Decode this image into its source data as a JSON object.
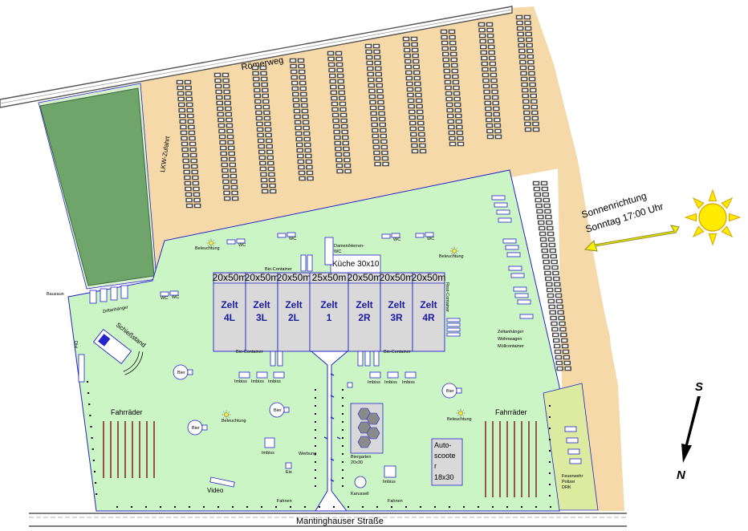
{
  "roads": {
    "north": "Römerweg",
    "south": "Mantinghauser Straße",
    "truck_access": "LKW-Zufahrt"
  },
  "sun": {
    "line1": "Sonnenrichtung",
    "line2": "Sonntag 17:00 Uhr"
  },
  "compass": {
    "top": "S",
    "bottom": "N"
  },
  "kitchen": "Küche 30x10",
  "tents": [
    {
      "size": "20x50m",
      "name": "Zelt",
      "id": "4L"
    },
    {
      "size": "20x50m",
      "name": "Zelt",
      "id": "3L"
    },
    {
      "size": "20x50m",
      "name": "Zelt",
      "id": "2L"
    },
    {
      "size": "25x50m",
      "name": "Zelt",
      "id": "1"
    },
    {
      "size": "20x50m",
      "name": "Zelt",
      "id": "2R"
    },
    {
      "size": "20x50m",
      "name": "Zelt",
      "id": "3R"
    },
    {
      "size": "20x50m",
      "name": "Zelt",
      "id": "4R"
    }
  ],
  "labels": {
    "bikes": "Fahrräder",
    "shooting": "Schießstand",
    "autoscooter": [
      "Auto-",
      "scoote",
      "r",
      "18x30"
    ],
    "video": "Video",
    "beer_garden": "Biergarten",
    "beer_garden_size": "20x30",
    "carousel": "Karussell",
    "imbiss": "Imbiss",
    "flags": "Fahnen",
    "lighting": "Beleuchtung",
    "wc": "WC",
    "bier": "Bier",
    "trailer": "Zeltanhänger",
    "bio_container": "Bio-Container",
    "construction_fence": "Bauzaun",
    "advertising": "Werbung",
    "eis": "Eis",
    "fire": [
      "Feuerwehr",
      "Polizei",
      "DRK"
    ],
    "right_info": [
      "Zeltanhänger",
      "Wohnwagen",
      "Müllcontainer"
    ],
    "dixi": "Dixi",
    "wc_container": "Damen/Herren-",
    "wc_container2": "WC",
    "rest_container": "Rest-Container"
  },
  "colors": {
    "sand": "#f5d9a8",
    "festival": "#ccf5c5",
    "field": "#6fa56a",
    "fire": "#dceb9f",
    "tent": "#d9d9d9",
    "line": "#2323c8",
    "sun": "#ffeb00",
    "arrow": "#f3f000"
  }
}
